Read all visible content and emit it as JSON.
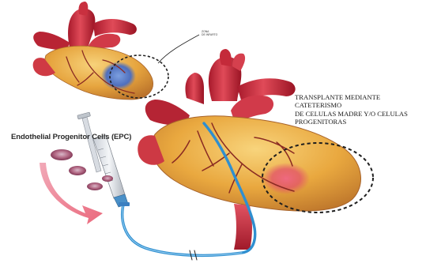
{
  "caption": {
    "line1": "TRANSPLANTE MEDIANTE",
    "line2": "CATETERISMO",
    "line3": "DE CELULAS MADRE Y/O CELULAS",
    "line4": "PROGENITORAS"
  },
  "epc_label": "Endothelial Progenitor Cells (EPC)",
  "zone_label": {
    "line1": "ZONA",
    "line2": "DE INFARTO"
  },
  "colors": {
    "myocardium": "#e3a23c",
    "myocardium_light": "#f3c868",
    "aorta_red": "#c8283a",
    "vessel_dark": "#9c1526",
    "infarct_blue": "#5d7fc8",
    "infarct_pink": "#e2506a",
    "catheter": "#2f8fd0",
    "coronary": "#8a2a22"
  }
}
